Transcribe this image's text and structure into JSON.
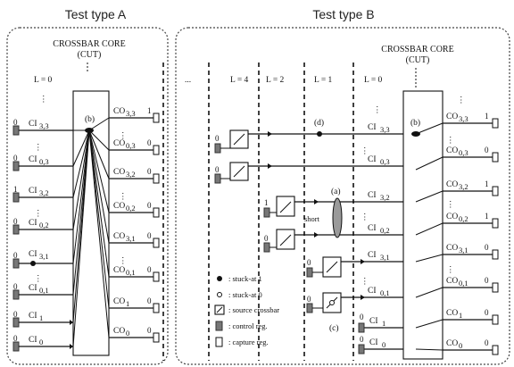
{
  "titles": {
    "a": "Test type A",
    "b": "Test type B"
  },
  "core": {
    "label": "CROSSBAR CORE",
    "sub": "(CUT)"
  },
  "panel_a": {
    "level": "L = 0",
    "marker": "(b)",
    "ci": [
      {
        "bit": "0",
        "name": "CI",
        "sub": "3,3"
      },
      {
        "bit": "0",
        "name": "CI",
        "sub": "0,3"
      },
      {
        "bit": "1",
        "name": "CI",
        "sub": "3,2"
      },
      {
        "bit": "0",
        "name": "CI",
        "sub": "0,2"
      },
      {
        "bit": "0",
        "name": "CI",
        "sub": "3,1"
      },
      {
        "bit": "0",
        "name": "CI",
        "sub": "0,1"
      },
      {
        "bit": "0",
        "name": "CI",
        "sub": "1"
      },
      {
        "bit": "0",
        "name": "CI",
        "sub": "0"
      }
    ],
    "co": [
      {
        "bit": "1",
        "name": "CO",
        "sub": "3,3"
      },
      {
        "bit": "0",
        "name": "CO",
        "sub": "0,3"
      },
      {
        "bit": "0",
        "name": "CO",
        "sub": "3,2"
      },
      {
        "bit": "0",
        "name": "CO",
        "sub": "0,2"
      },
      {
        "bit": "0",
        "name": "CO",
        "sub": "3,1"
      },
      {
        "bit": "0",
        "name": "CO",
        "sub": "0,1"
      },
      {
        "bit": "0",
        "name": "CO",
        "sub": "1"
      },
      {
        "bit": "0",
        "name": "CO",
        "sub": "0"
      }
    ]
  },
  "panel_b": {
    "levels": [
      "L = 4",
      "L = 2",
      "L = 1",
      "L = 0"
    ],
    "markers": {
      "d": "(d)",
      "b": "(b)",
      "a": "(a)",
      "c": "(c)",
      "short": "short"
    },
    "src_bits": [
      "0",
      "0",
      "1",
      "0",
      "0",
      "0"
    ],
    "ci": [
      {
        "bit": "",
        "name": "CI",
        "sub": "3,3"
      },
      {
        "bit": "",
        "name": "CI",
        "sub": "0,3"
      },
      {
        "bit": "",
        "name": "CI",
        "sub": "3,2"
      },
      {
        "bit": "",
        "name": "CI",
        "sub": "0,2"
      },
      {
        "bit": "",
        "name": "CI",
        "sub": "3,1"
      },
      {
        "bit": "",
        "name": "CI",
        "sub": "0,1"
      },
      {
        "bit": "0",
        "name": "CI",
        "sub": "1"
      },
      {
        "bit": "0",
        "name": "CI",
        "sub": "0"
      }
    ],
    "co": [
      {
        "bit": "1",
        "name": "CO",
        "sub": "3,3"
      },
      {
        "bit": "0",
        "name": "CO",
        "sub": "0,3"
      },
      {
        "bit": "1",
        "name": "CO",
        "sub": "3,2"
      },
      {
        "bit": "1",
        "name": "CO",
        "sub": "0,2"
      },
      {
        "bit": "0",
        "name": "CO",
        "sub": "3,1"
      },
      {
        "bit": "0",
        "name": "CO",
        "sub": "0,1"
      },
      {
        "bit": "0",
        "name": "CO",
        "sub": "1"
      },
      {
        "bit": "0",
        "name": "CO",
        "sub": "0"
      }
    ]
  },
  "legend": [
    {
      "icon": "filled-dot",
      "text": ": stuck-at 1"
    },
    {
      "icon": "hollow-dot",
      "text": ": stuck-at 0"
    },
    {
      "icon": "source-crossbar",
      "text": ": source crossbar"
    },
    {
      "icon": "control-register",
      "text": ": control reg."
    },
    {
      "icon": "capture-register",
      "text": ": capture reg."
    }
  ],
  "ellipsis": "..."
}
